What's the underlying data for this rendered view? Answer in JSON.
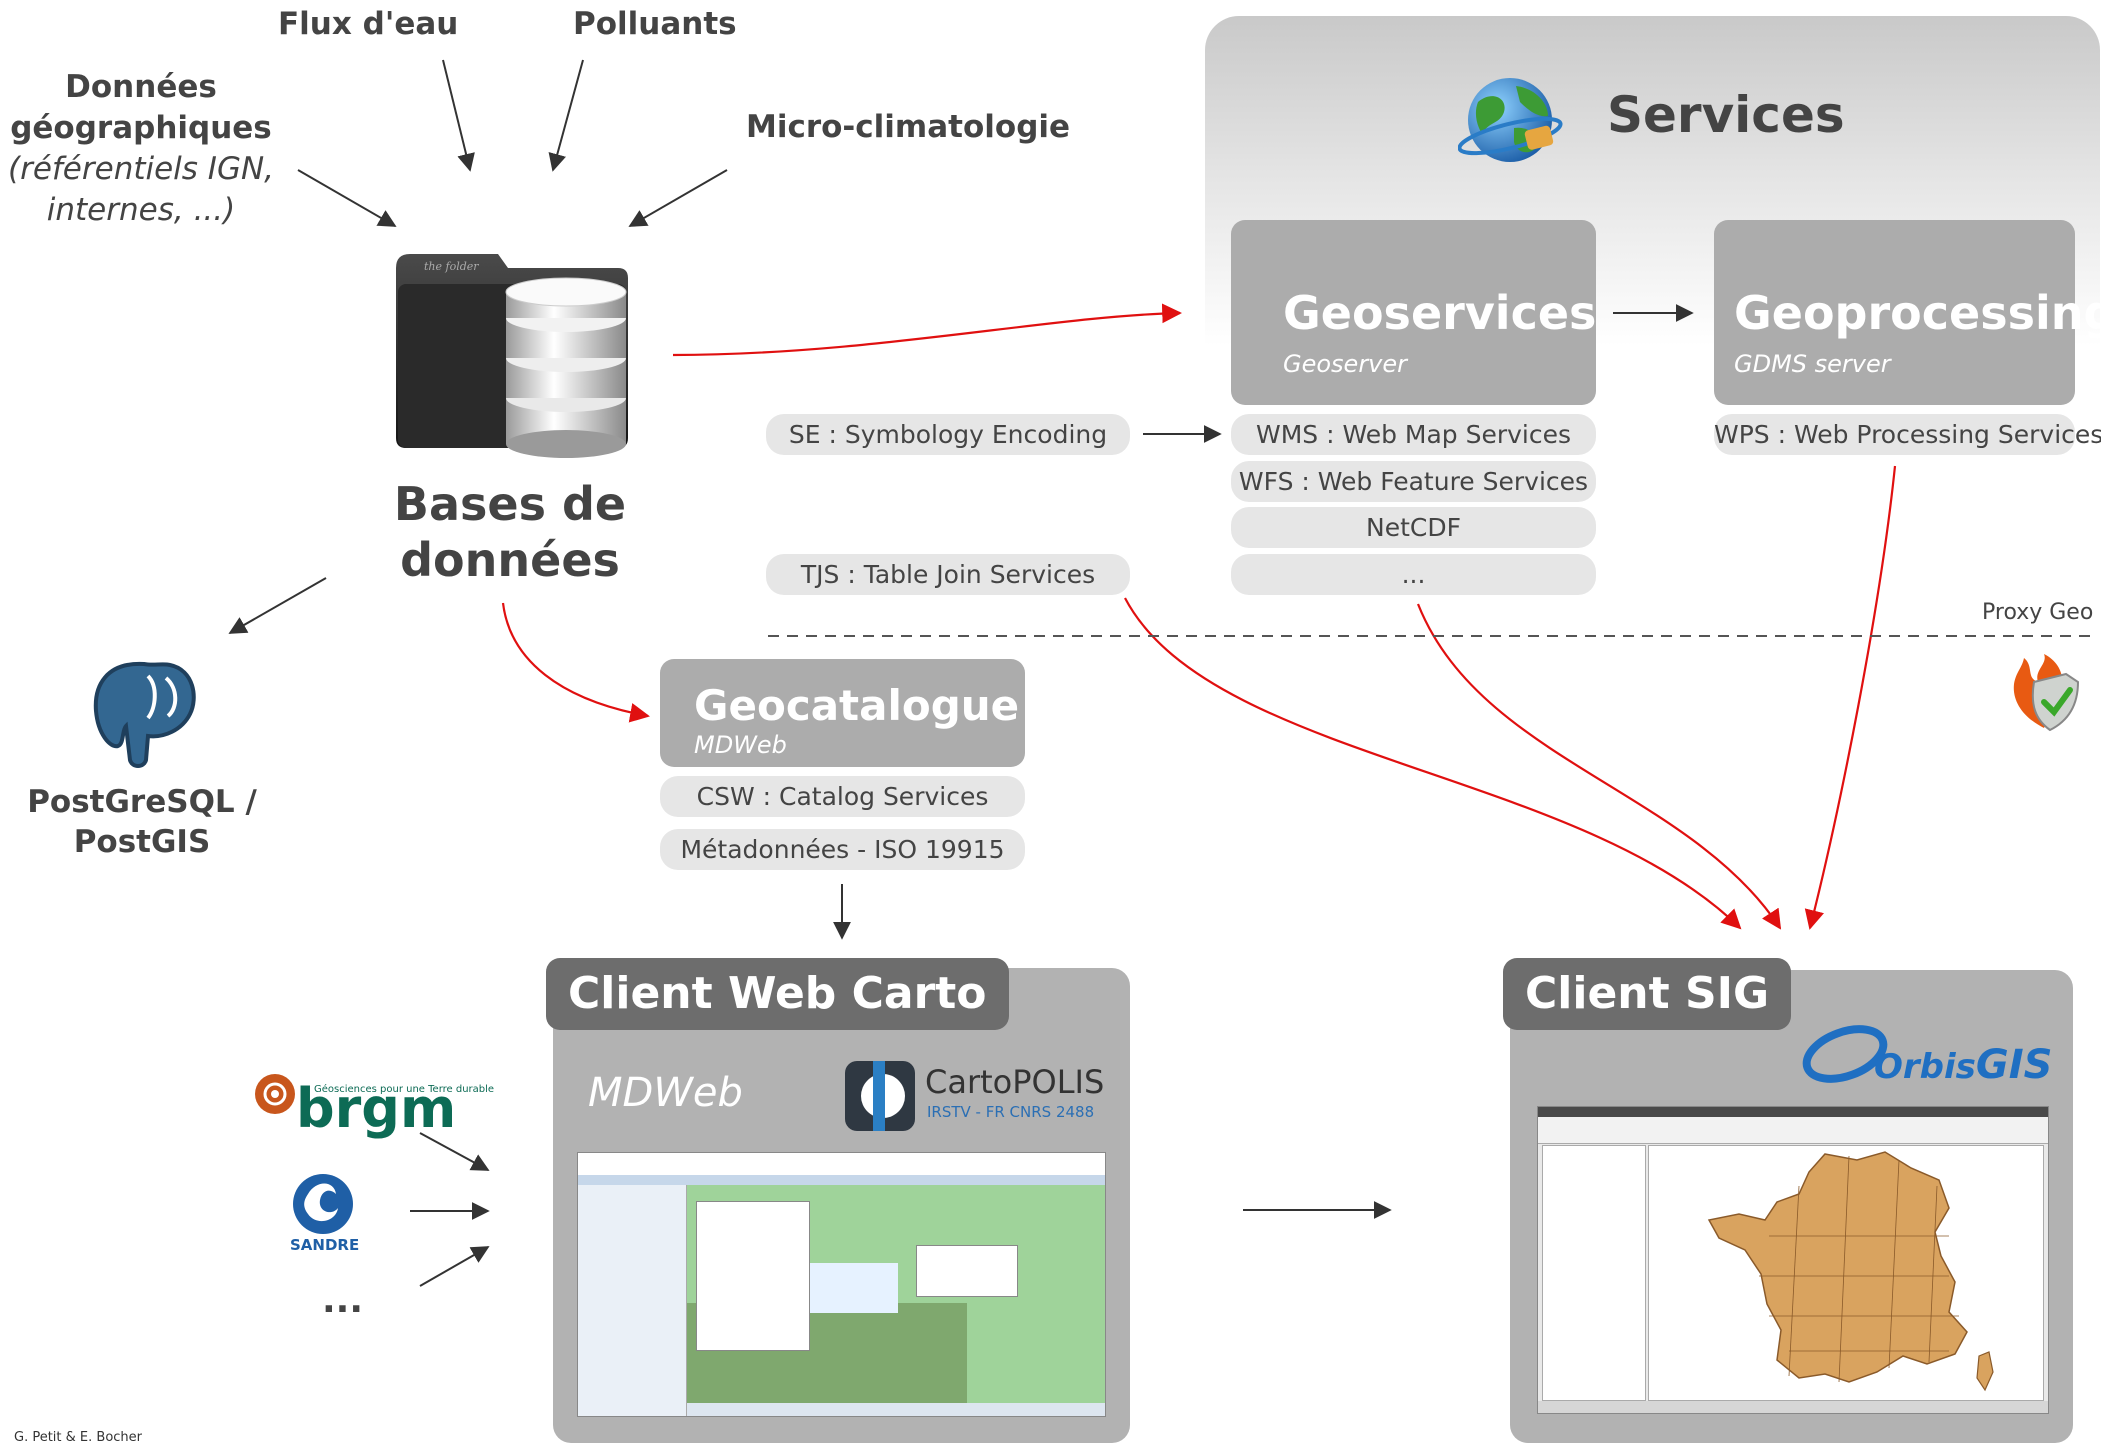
{
  "sources": {
    "flux": "Flux d'eau",
    "polluants": "Polluants",
    "donnees_line1": "Données",
    "donnees_line2": "géographiques",
    "donnees_line3": "(référentiels IGN,",
    "donnees_line4": "internes, ...)",
    "micro": "Micro-climatologie"
  },
  "database": {
    "label_line1": "Bases de",
    "label_line2": "données",
    "folder_text": "the folder"
  },
  "postgres": {
    "line1": "PostGreSQL /",
    "line2": "PostGIS"
  },
  "services": {
    "title": "Services",
    "geoservices": {
      "title": "Geoservices",
      "subtitle": "Geoserver"
    },
    "geoprocessing": {
      "title": "Geoprocessing",
      "subtitle": "GDMS server"
    },
    "pills": [
      "WMS : Web Map Services",
      "WFS : Web Feature Services",
      "NetCDF",
      "..."
    ],
    "wps": "WPS : Web Processing Services"
  },
  "encoding": {
    "se": "SE : Symbology Encoding",
    "tjs": "TJS : Table Join Services"
  },
  "proxy": "Proxy Geo",
  "geocatalogue": {
    "title": "Geocatalogue",
    "subtitle": "MDWeb",
    "pills": [
      "CSW : Catalog Services",
      "Métadonnées - ISO 19915"
    ]
  },
  "client_web": {
    "title": "Client  Web Carto",
    "mdweb": "MDWeb",
    "cartopolis": "CartoPOLIS",
    "cartopolis_sub": "IRSTV - FR CNRS 2488"
  },
  "client_sig": {
    "title": "Client  SIG",
    "logo_a": "Orbis",
    "logo_b": "GIS"
  },
  "partners": {
    "brgm": "brgm",
    "brgm_tagline": "Géosciences pour une Terre durable",
    "sandre": "SANDRE",
    "more": "..."
  },
  "credit": "G. Petit & E. Bocher",
  "colors": {
    "red_arrow": "#e01010",
    "dark_arrow": "#333333",
    "box_gray": "#acacac",
    "tab_gray": "#6d6d6d"
  }
}
